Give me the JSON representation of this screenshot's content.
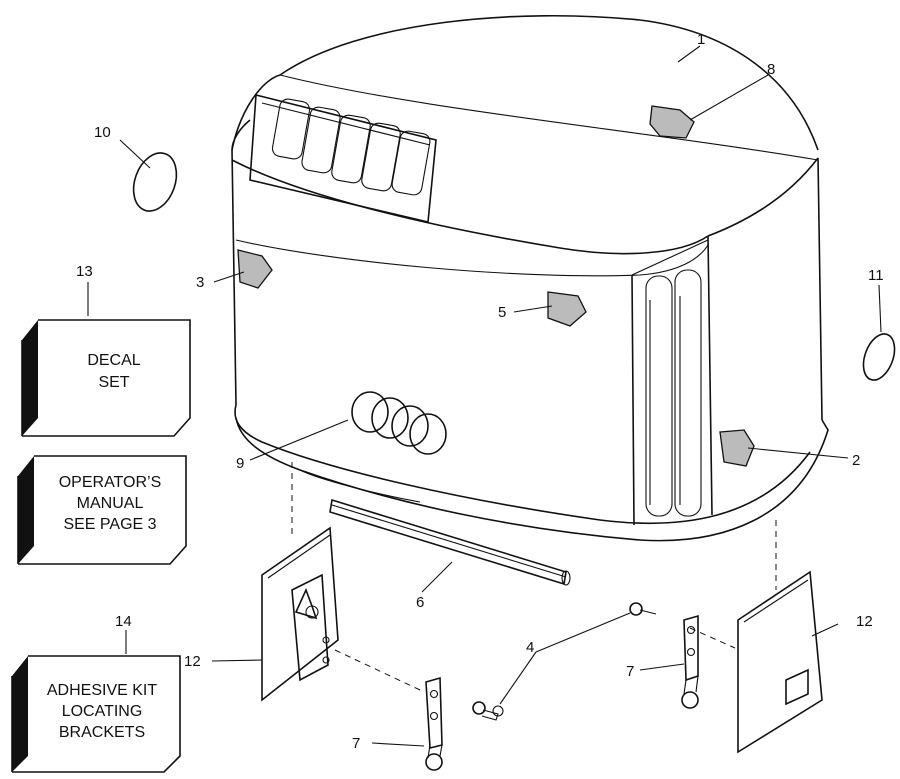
{
  "callouts": {
    "c1": "1",
    "c2": "2",
    "c3": "3",
    "c4": "4",
    "c5": "5",
    "c6": "6",
    "c7a": "7",
    "c7b": "7",
    "c8": "8",
    "c9": "9",
    "c10": "10",
    "c11": "11",
    "c12a": "12",
    "c12b": "12",
    "c13": "13",
    "c14": "14"
  },
  "boxes": {
    "decal_set": [
      "DECAL",
      "SET"
    ],
    "operators_manual": [
      "OPERATOR’S",
      "MANUAL",
      "SEE PAGE 3"
    ],
    "adhesive_kit": [
      "ADHESIVE KIT",
      "LOCATING",
      "BRACKETS"
    ]
  }
}
